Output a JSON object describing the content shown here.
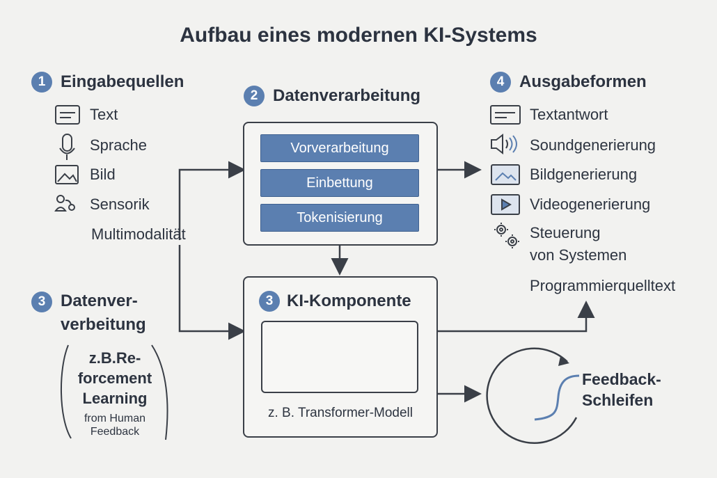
{
  "title": "Aufbau eines modernen KI-Systems",
  "section1": {
    "number": "1",
    "heading": "Eingabequellen",
    "items": [
      {
        "label": "Text",
        "icon": "text-lines-icon"
      },
      {
        "label": "Sprache",
        "icon": "microphone-icon"
      },
      {
        "label": "Bild",
        "icon": "image-icon"
      },
      {
        "label": "Sensorik",
        "icon": "sensor-icon"
      }
    ],
    "extra": "Multimodalität"
  },
  "section2": {
    "number": "2",
    "heading": "Datenverarbeitung",
    "steps": [
      "Vorverarbeitung",
      "Einbettung",
      "Tokenisierung"
    ]
  },
  "section3_left": {
    "number": "3",
    "heading_line1": "Datenver-",
    "heading_line2": "verbeitung",
    "note_line1": "z.B.Re-",
    "note_line2": "forcement",
    "note_line3": "Learning",
    "note_line4": "from Human",
    "note_line5": "Feedback"
  },
  "section3": {
    "number": "3",
    "heading": "KI-Komponente",
    "caption": "z. B. Transformer-Modell"
  },
  "section4": {
    "number": "4",
    "heading": "Ausgabeformen",
    "items": [
      {
        "label": "Textantwort",
        "icon": "text-box-icon"
      },
      {
        "label": "Soundgenerierung",
        "icon": "speaker-icon"
      },
      {
        "label": "Bildgenerierung",
        "icon": "image-icon"
      },
      {
        "label": "Videogenerierung",
        "icon": "video-play-icon"
      },
      {
        "label": "Steuerung",
        "icon": "gears-icon"
      }
    ],
    "item5_line2": "von Systemen",
    "extra": "Programmierquelltext"
  },
  "feedback": {
    "line1": "Feedback-",
    "line2": "Schleifen"
  },
  "colors": {
    "accent": "#5b7fb0",
    "line": "#3a3f47",
    "background": "#f2f2f0"
  }
}
